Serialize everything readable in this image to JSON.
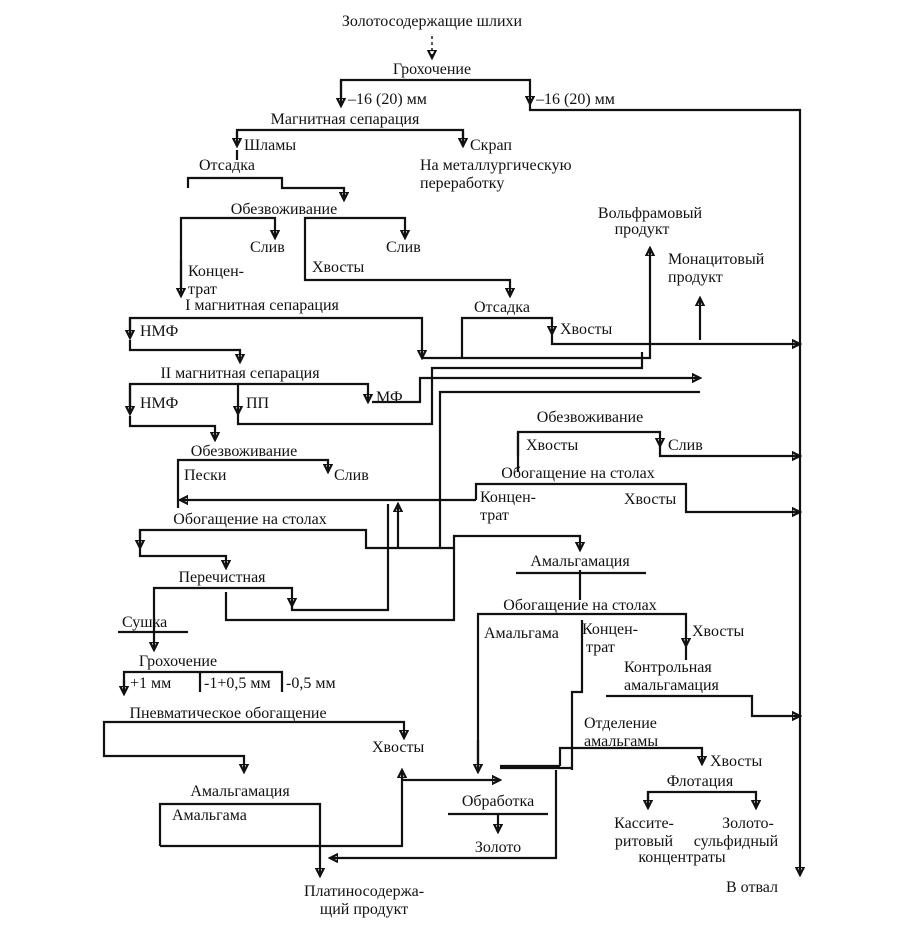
{
  "nodes": {
    "feed": "Золотосодержащие шлихи",
    "screening1": "Грохочение",
    "undersize1": "–16 (20) мм",
    "oversize1": "–16 (20) мм",
    "magsep": "Магнитная сепарация",
    "slimes": "Шламы",
    "scrap": "Скрап",
    "to_metallurgy_1": "На металлургическую",
    "to_metallurgy_2": "переработку",
    "jigging1": "Отсадка",
    "dewatering1": "Обезвоживание",
    "overflow1": "Слив",
    "overflow2": "Слив",
    "concentrate1_1": "Концен-",
    "concentrate1_2": "трат",
    "tails1": "Хвосты",
    "tungsten_1": "Вольфрамовый",
    "tungsten_2": "продукт",
    "monazite_1": "Монацитовый",
    "monazite_2": "продукт",
    "magsep1": "I магнитная сепарация",
    "nmf1": "НМФ",
    "jigging2": "Отсадка",
    "tails2": "Хвосты",
    "magsep2": "II магнитная сепарация",
    "nmf2": "НМФ",
    "pp": "ПП",
    "mf": "МФ",
    "dewatering2": "Обезвоживание",
    "tails3": "Хвосты",
    "overflow3": "Слив",
    "dewatering3": "Обезвоживание",
    "sands": "Пески",
    "overflow4": "Слив",
    "tabling1": "Обогащение на столах",
    "concentrate2_1": "Концен-",
    "concentrate2_2": "трат",
    "tails4": "Хвосты",
    "tabling2": "Обогащение на столах",
    "cleaner": "Перечистная",
    "amalgamation1": "Амальгамация",
    "drying": "Сушка",
    "tabling3": "Обогащение на столах",
    "amalgam1": "Амальгама",
    "concentrate3_1": "Концен-",
    "concentrate3_2": "трат",
    "tails5": "Хвосты",
    "screening2": "Грохочение",
    "plus1": "+1 мм",
    "minus1plus05": "-1+0,5 мм",
    "minus05": "-0,5 мм",
    "control_amalg_1": "Контрольная",
    "control_amalg_2": "амальгамация",
    "pneumatic": "Пневматическое обогащение",
    "tails6": "Хвосты",
    "amalg_sep_1": "Отделение",
    "amalg_sep_2": "амальгамы",
    "tails7": "Хвосты",
    "flotation": "Флотация",
    "amalgamation2": "Амальгамация",
    "processing": "Обработка",
    "amalgam2": "Амальгама",
    "cassiterite_1": "Кассите-",
    "cassiterite_2": "ритовый",
    "goldsulfide_1": "Золото-",
    "goldsulfide_2": "сульфидный",
    "concentrates": "концентраты",
    "gold": "Золото",
    "platinum_1": "Платиносодержа-",
    "platinum_2": "щий продукт",
    "waste": "В отвал"
  }
}
